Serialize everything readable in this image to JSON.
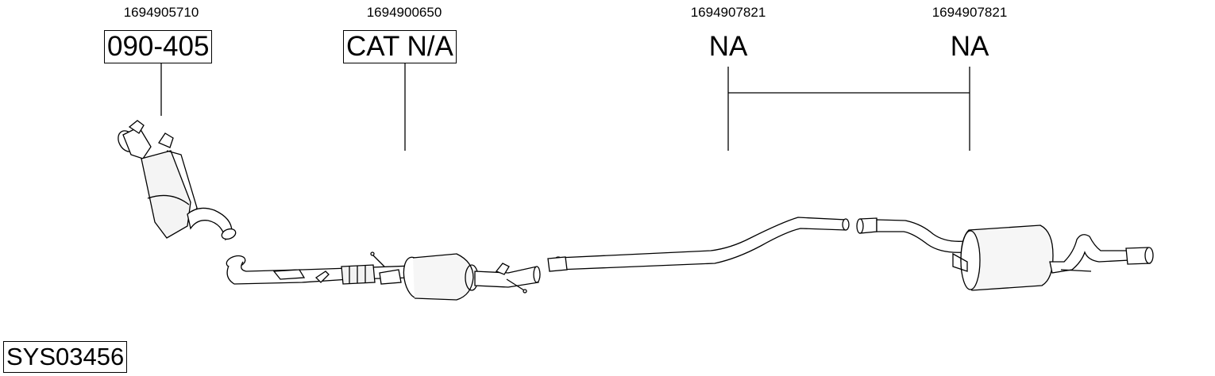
{
  "parts": [
    {
      "part_number": "1694905710",
      "code": "090-405",
      "boxed": true
    },
    {
      "part_number": "1694900650",
      "code": "CAT N/A",
      "boxed": true
    },
    {
      "part_number": "1694907821",
      "code": "NA",
      "boxed": false
    },
    {
      "part_number": "1694907821",
      "code": "NA",
      "boxed": false
    }
  ],
  "system_code": "SYS03456"
}
